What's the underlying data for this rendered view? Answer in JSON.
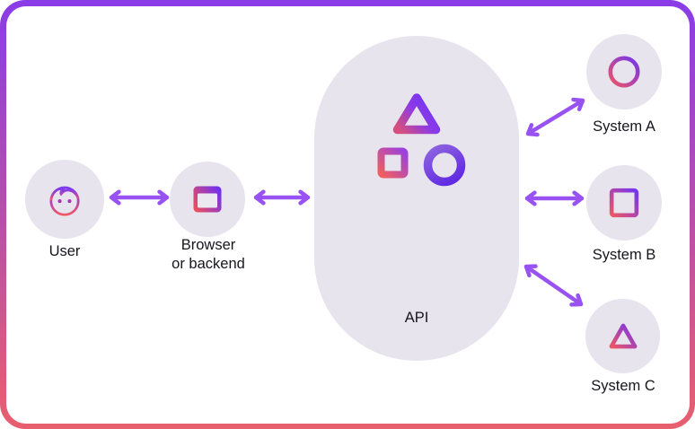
{
  "diagram": {
    "nodes": {
      "user": {
        "label": "User"
      },
      "browser": {
        "label_line1": "Browser",
        "label_line2": "or backend"
      },
      "api": {
        "label": "API"
      },
      "system_a": {
        "label": "System A"
      },
      "system_b": {
        "label": "System B"
      },
      "system_c": {
        "label": "System C"
      }
    },
    "icons": {
      "user": "face-icon",
      "browser": "browser-window-icon",
      "api_shapes": [
        "triangle-shape-icon",
        "square-shape-icon",
        "circle-shape-icon"
      ],
      "system_a": "circle-outline-icon",
      "system_b": "square-outline-icon",
      "system_c": "triangle-outline-icon"
    },
    "connections": [
      {
        "from": "User",
        "to": "Browser or backend",
        "type": "bidirectional-arrow"
      },
      {
        "from": "Browser or backend",
        "to": "API",
        "type": "bidirectional-arrow"
      },
      {
        "from": "API",
        "to": "System A",
        "type": "bidirectional-arrow"
      },
      {
        "from": "API",
        "to": "System B",
        "type": "bidirectional-arrow"
      },
      {
        "from": "API",
        "to": "System C",
        "type": "bidirectional-arrow"
      }
    ],
    "colors": {
      "frame_gradient_top": "#8a3ce8",
      "frame_gradient_bottom": "#e85f6e",
      "arrow": "#9852f2",
      "node_fill": "#e7e4ed",
      "icon_gradient_pink": "#ee5565",
      "icon_gradient_purple": "#7334f2",
      "label_text": "#16161d"
    }
  }
}
